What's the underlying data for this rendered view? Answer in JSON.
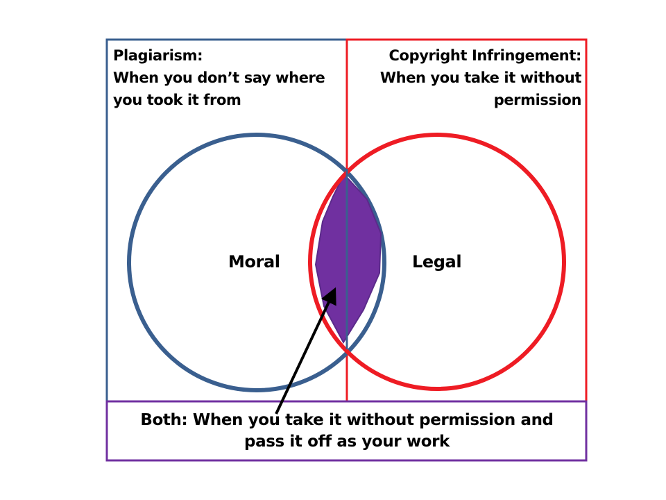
{
  "plagiarism": {
    "title": "Plagiarism:",
    "line1": "When you don’t say where",
    "line2": "you took it from"
  },
  "copyright": {
    "title": "Copyright Infringement:",
    "line1": "When you take it without",
    "line2": "permission"
  },
  "circles": {
    "moral": "Moral",
    "legal": "Legal"
  },
  "both": {
    "line1": "Both: When you take it without permission and",
    "line2": "pass it off as your work"
  },
  "colors": {
    "moral_blue": "#3a5f8f",
    "legal_red": "#ee1c24",
    "both_purple": "#7030a0",
    "text": "#000000"
  }
}
